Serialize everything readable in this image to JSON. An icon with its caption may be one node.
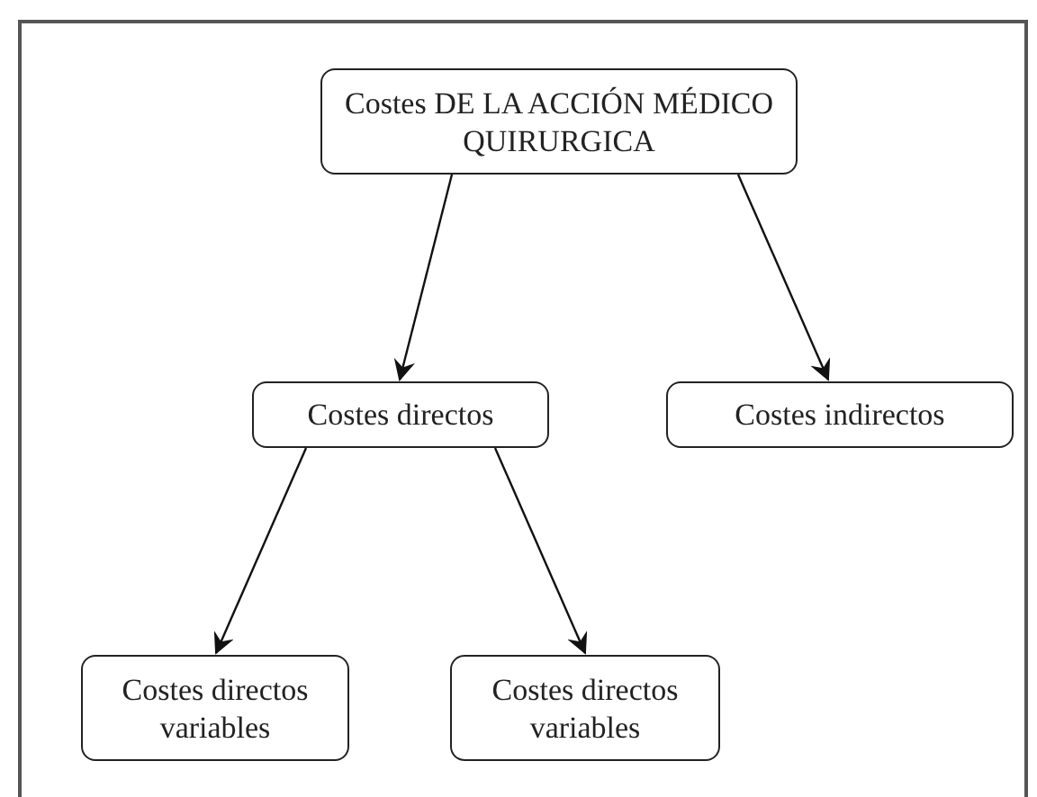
{
  "diagram": {
    "nodes": [
      {
        "text": [
          "Costes DE LA ACCIÓN MÉDICO QUIRURGICA"
        ]
      },
      {
        "text": [
          "Costes directos"
        ]
      },
      {
        "text": [
          "Costes indirectos"
        ]
      },
      {
        "text": [
          "Costes directos variables"
        ]
      },
      {
        "text": [
          "Costes directos variables"
        ]
      }
    ],
    "edges": [
      {
        "from": 0,
        "to": 1,
        "arrow": "to"
      },
      {
        "from": 0,
        "to": 2,
        "arrow": "to"
      },
      {
        "from": 1,
        "to": 3,
        "arrow": "to"
      },
      {
        "from": 1,
        "to": 4,
        "arrow": "to"
      }
    ]
  }
}
